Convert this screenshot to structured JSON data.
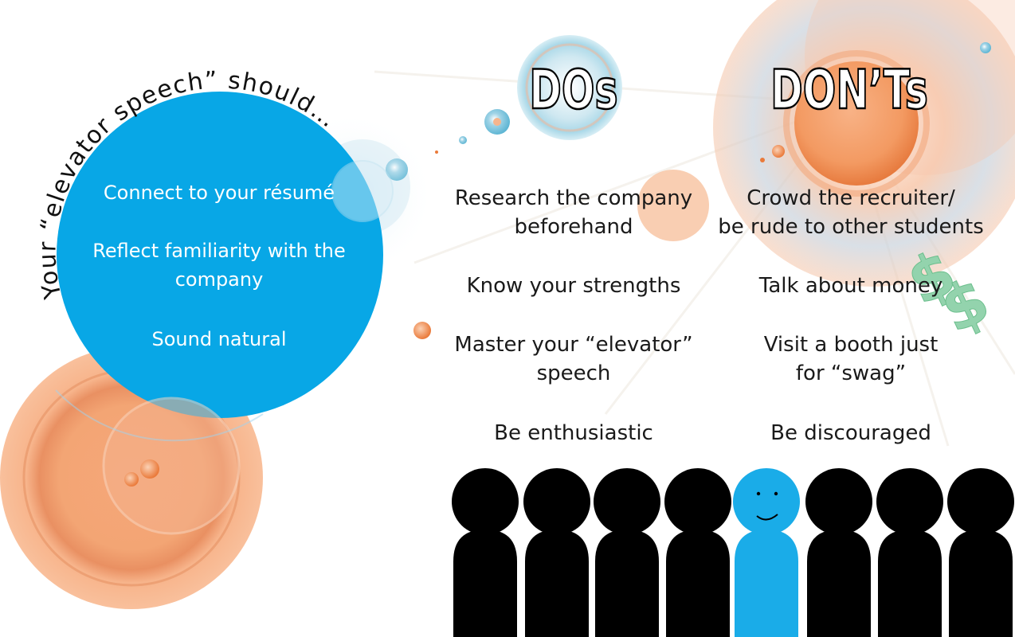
{
  "arc_heading": "Your “elevator speech” should…",
  "should_items": [
    {
      "lines": [
        "Connect to your résumé"
      ]
    },
    {
      "lines": [
        "Reflect familiarity with the",
        "company"
      ]
    },
    {
      "lines": [
        "Sound natural"
      ]
    }
  ],
  "dos_heading": "DOs",
  "donts_heading": "DON’Ts",
  "dos_items": [
    {
      "lines": [
        "Research the company",
        "beforehand"
      ]
    },
    {
      "lines": [
        "Know your strengths"
      ]
    },
    {
      "lines": [
        "Master your  “elevator”",
        "speech"
      ]
    },
    {
      "lines": [
        "Be enthusiastic"
      ]
    }
  ],
  "donts_items": [
    {
      "lines": [
        "Crowd the recruiter/",
        "be rude to other students"
      ]
    },
    {
      "lines": [
        "Talk about money"
      ]
    },
    {
      "lines": [
        "Visit a booth just",
        "for  “swag”"
      ]
    },
    {
      "lines": [
        "Be discouraged"
      ]
    }
  ],
  "dollar_signs": [
    "$",
    "$"
  ],
  "colors": {
    "blue": "#08a7e6",
    "orange": "#f4a777",
    "dark_orange": "#ee7e3d",
    "light_blue": "#a9d8e8",
    "people_black": "#000000",
    "people_blue": "#1aace8",
    "dollar_green": "#8fd0a8"
  }
}
